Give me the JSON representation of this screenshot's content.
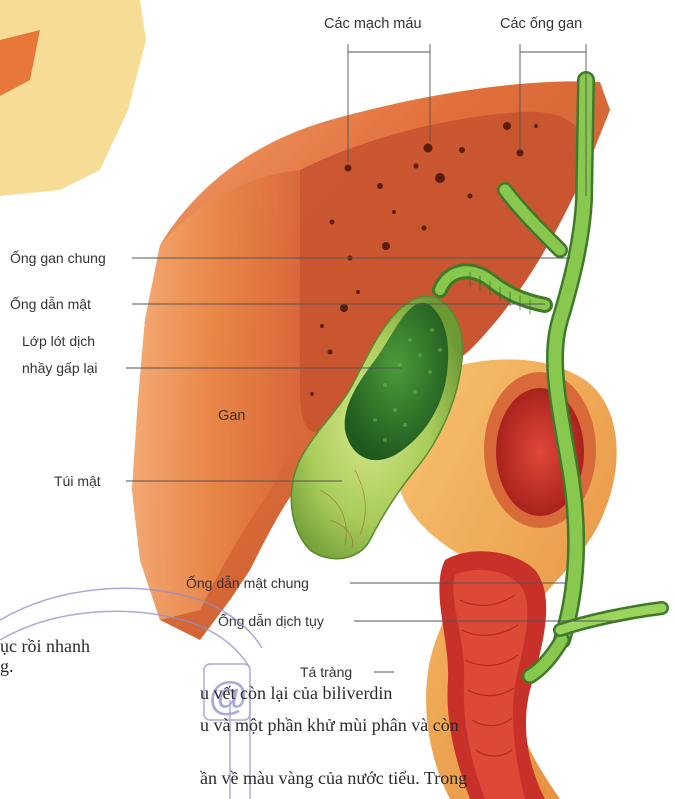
{
  "labels": {
    "blood_vessels": "Các mạch máu",
    "hepatic_ducts": "Các ống gan",
    "common_hepatic_duct": "Ống gan chung",
    "cystic_duct": "Ống dẫn mật",
    "folded_lining_line1": "Lớp lót dịch",
    "folded_lining_line2": "nhầy gấp lại",
    "liver": "Gan",
    "gallbladder": "Túi mật",
    "common_bile_duct": "Ống dẫn mật chung",
    "pancreatic_duct": "Ống dẫn dịch tụy",
    "duodenum": "Tá tràng"
  },
  "overlay_text": {
    "line1": "ục rồi nhanh",
    "line2": "g.",
    "line3": "u vết còn lại của biliverdin",
    "line4": "u và một phần khử mùi phân và còn",
    "line5": "ần về màu vàng của nước tiểu. Trong",
    "watermark_glyph": "@"
  },
  "colors": {
    "liver": "#e0693a",
    "liver_shadow": "#b8502a",
    "liver_highlight": "#f4a06a",
    "bile_duct": "#7cc24a",
    "gallbladder_dark": "#2f7a2a",
    "gallbladder_light": "#b8d86a",
    "duodenum_outer": "#f0a850",
    "duodenum_inner": "#d83a2a",
    "watermark": "#8a8fd0"
  }
}
